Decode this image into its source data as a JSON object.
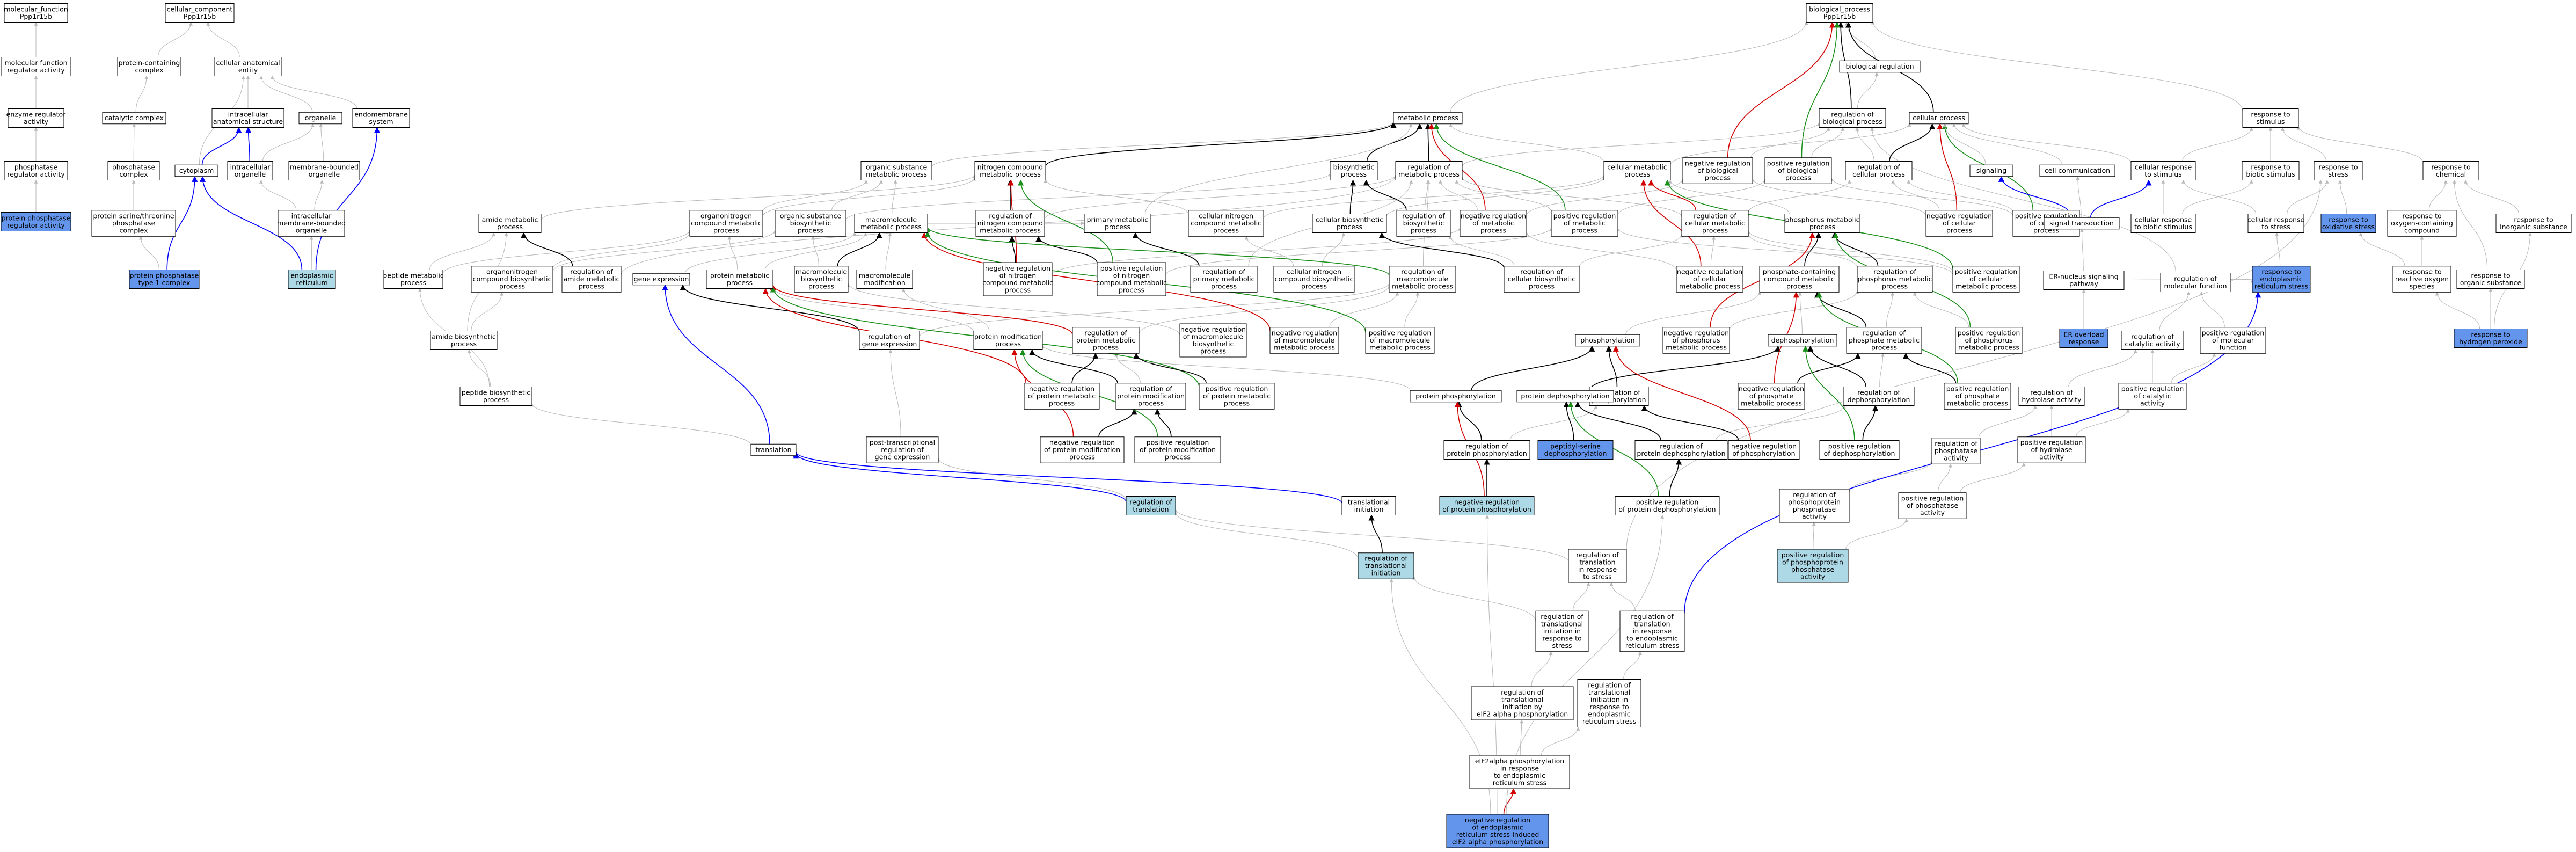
{
  "colors": {
    "edge_default": "#b9b9b9",
    "edge_is_a": "#000000",
    "edge_part_of": "#0000ff",
    "edge_neg": "#d20000",
    "edge_pos": "#1a8f1a",
    "fill_default": "#ffffff",
    "fill_light": "#add8e6",
    "fill_medium": "#6495ed"
  },
  "nodes": [
    {
      "id": "mf",
      "label": "molecular_function\nPpp1r15b",
      "fill": "default"
    },
    {
      "id": "mfra",
      "label": "molecular function\nregulator activity",
      "fill": "default"
    },
    {
      "id": "era",
      "label": "enzyme regulator\nactivity",
      "fill": "default"
    },
    {
      "id": "ppra",
      "label": "phosphatase\nregulator activity",
      "fill": "default"
    },
    {
      "id": "prppra",
      "label": "protein phosphatase\nregulator activity",
      "fill": "medium"
    },
    {
      "id": "cc",
      "label": "cellular_component\nPpp1r15b",
      "fill": "default"
    },
    {
      "id": "pcc",
      "label": "protein-containing\ncomplex",
      "fill": "default"
    },
    {
      "id": "catc",
      "label": "catalytic complex",
      "fill": "default"
    },
    {
      "id": "phc",
      "label": "phosphatase\ncomplex",
      "fill": "default"
    },
    {
      "id": "pstpc",
      "label": "protein serine/threonine\nphosphatase\ncomplex",
      "fill": "default"
    },
    {
      "id": "pp1c",
      "label": "protein phosphatase\ntype 1 complex",
      "fill": "medium"
    },
    {
      "id": "cae",
      "label": "cellular anatomical\nentity",
      "fill": "default"
    },
    {
      "id": "ias",
      "label": "intracellular\nanatomical structure",
      "fill": "default"
    },
    {
      "id": "cyto",
      "label": "cytoplasm",
      "fill": "default"
    },
    {
      "id": "icorg",
      "label": "intracellular\norganelle",
      "fill": "default"
    },
    {
      "id": "org",
      "label": "organelle",
      "fill": "default"
    },
    {
      "id": "mbo",
      "label": "membrane-bounded\norganelle",
      "fill": "default"
    },
    {
      "id": "imbo",
      "label": "intracellular\nmembrane-bounded\norganelle",
      "fill": "default"
    },
    {
      "id": "ems",
      "label": "endomembrane\nsystem",
      "fill": "default"
    },
    {
      "id": "er",
      "label": "endoplasmic\nreticulum",
      "fill": "light"
    },
    {
      "id": "bp",
      "label": "biological_process\nPpp1r15b",
      "fill": "default"
    },
    {
      "id": "breg",
      "label": "biological regulation",
      "fill": "default"
    },
    {
      "id": "rbp",
      "label": "regulation of\nbiological process",
      "fill": "default"
    },
    {
      "id": "nrbp",
      "label": "negative regulation\nof biological\nprocess",
      "fill": "default"
    },
    {
      "id": "prbp",
      "label": "positive regulation\nof biological\nprocess",
      "fill": "default"
    },
    {
      "id": "cp",
      "label": "cellular process",
      "fill": "default"
    },
    {
      "id": "rcp",
      "label": "regulation of\ncellular process",
      "fill": "default"
    },
    {
      "id": "nrcp",
      "label": "negative regulation\nof cellular\nprocess",
      "fill": "default"
    },
    {
      "id": "prcp",
      "label": "positive regulation\nof cellular\nprocess",
      "fill": "default"
    },
    {
      "id": "sig",
      "label": "signaling",
      "fill": "default"
    },
    {
      "id": "ccom",
      "label": "cell communication",
      "fill": "default"
    },
    {
      "id": "rts",
      "label": "response to\nstimulus",
      "fill": "default"
    },
    {
      "id": "crts",
      "label": "cellular response\nto stimulus",
      "fill": "default"
    },
    {
      "id": "rtbs",
      "label": "response to\nbiotic stimulus",
      "fill": "default"
    },
    {
      "id": "rtstress",
      "label": "response to\nstress",
      "fill": "default"
    },
    {
      "id": "rtchem",
      "label": "response to\nchemical",
      "fill": "default"
    },
    {
      "id": "rtos",
      "label": "response to\noxidative stress",
      "fill": "medium"
    },
    {
      "id": "rtocc",
      "label": "response to\noxygen-containing\ncompound",
      "fill": "default"
    },
    {
      "id": "rtic",
      "label": "response to\ninorganic substance",
      "fill": "default"
    },
    {
      "id": "crtbs",
      "label": "cellular response\nto biotic stimulus",
      "fill": "default"
    },
    {
      "id": "crtstress",
      "label": "cellular response\nto stress",
      "fill": "default"
    },
    {
      "id": "rtros",
      "label": "response to\nreactive oxygen\nspecies",
      "fill": "default"
    },
    {
      "id": "rtos2",
      "label": "response to\norganic substance",
      "fill": "default"
    },
    {
      "id": "rtercs",
      "label": "response to\nendoplasmic\nreticulum stress",
      "fill": "medium"
    },
    {
      "id": "rthp",
      "label": "response to\nhydrogen peroxide",
      "fill": "medium"
    },
    {
      "id": "st",
      "label": "signal transduction",
      "fill": "default"
    },
    {
      "id": "ernuc",
      "label": "ER-nucleus signaling\npathway",
      "fill": "default"
    },
    {
      "id": "ero",
      "label": "ER overload\nresponse",
      "fill": "medium"
    },
    {
      "id": "rmf",
      "label": "regulation of\nmolecular function",
      "fill": "default"
    },
    {
      "id": "rca",
      "label": "regulation of\ncatalytic activity",
      "fill": "default"
    },
    {
      "id": "prmf",
      "label": "positive regulation\nof molecular\nfunction",
      "fill": "default"
    },
    {
      "id": "rha",
      "label": "regulation of\nhydrolase activity",
      "fill": "default"
    },
    {
      "id": "prca",
      "label": "positive regulation\nof catalytic\nactivity",
      "fill": "default"
    },
    {
      "id": "prha",
      "label": "positive regulation\nof hydrolase\nactivity",
      "fill": "default"
    },
    {
      "id": "rpa",
      "label": "regulation of\nphosphatase\nactivity",
      "fill": "default"
    },
    {
      "id": "rppa",
      "label": "regulation of\nphosphoprotein\nphosphatase\nactivity",
      "fill": "default"
    },
    {
      "id": "prpa",
      "label": "positive regulation\nof phosphatase\nactivity",
      "fill": "default"
    },
    {
      "id": "prppa",
      "label": "positive regulation\nof phosphoprotein\nphosphatase\nactivity",
      "fill": "light"
    },
    {
      "id": "mp",
      "label": "metabolic process",
      "fill": "default"
    },
    {
      "id": "osmp",
      "label": "organic substance\nmetabolic process",
      "fill": "default"
    },
    {
      "id": "ncmp",
      "label": "nitrogen compound\nmetabolic process",
      "fill": "default"
    },
    {
      "id": "biop",
      "label": "biosynthetic\nprocess",
      "fill": "default"
    },
    {
      "id": "rmp",
      "label": "regulation of\nmetabolic process",
      "fill": "default"
    },
    {
      "id": "cmp",
      "label": "cellular metabolic\nprocess",
      "fill": "default"
    },
    {
      "id": "amp",
      "label": "amide metabolic\nprocess",
      "fill": "default"
    },
    {
      "id": "oncmp",
      "label": "organonitrogen\ncompound metabolic\nprocess",
      "fill": "default"
    },
    {
      "id": "osbp",
      "label": "organic substance\nbiosynthetic\nprocess",
      "fill": "default"
    },
    {
      "id": "mmp",
      "label": "macromolecule\nmetabolic process",
      "fill": "default"
    },
    {
      "id": "rncmp",
      "label": "regulation of\nnitrogen compound\nmetabolic process",
      "fill": "default"
    },
    {
      "id": "pmp",
      "label": "primary metabolic\nprocess",
      "fill": "default"
    },
    {
      "id": "cncmp",
      "label": "cellular nitrogen\ncompound metabolic\nprocess",
      "fill": "default"
    },
    {
      "id": "cbp",
      "label": "cellular biosynthetic\nprocess",
      "fill": "default"
    },
    {
      "id": "rbiop",
      "label": "regulation of\nbiosynthetic\nprocess",
      "fill": "default"
    },
    {
      "id": "nrmp",
      "label": "negative regulation\nof metabolic\nprocess",
      "fill": "default"
    },
    {
      "id": "prmp",
      "label": "positive regulation\nof metabolic\nprocess",
      "fill": "default"
    },
    {
      "id": "rcmp",
      "label": "regulation of\ncellular metabolic\nprocess",
      "fill": "default"
    },
    {
      "id": "phmp",
      "label": "phosphorus metabolic\nprocess",
      "fill": "default"
    },
    {
      "id": "pepmp",
      "label": "peptide metabolic\nprocess",
      "fill": "default"
    },
    {
      "id": "oncbp",
      "label": "organonitrogen\ncompound biosynthetic\nprocess",
      "fill": "default"
    },
    {
      "id": "ramp",
      "label": "regulation of\namide metabolic\nprocess",
      "fill": "default"
    },
    {
      "id": "ge",
      "label": "gene expression",
      "fill": "default"
    },
    {
      "id": "protmp",
      "label": "protein metabolic\nprocess",
      "fill": "default"
    },
    {
      "id": "mbiop",
      "label": "macromolecule\nbiosynthetic\nprocess",
      "fill": "default"
    },
    {
      "id": "mmod",
      "label": "macromolecule\nmodification",
      "fill": "default"
    },
    {
      "id": "nrncmp",
      "label": "negative regulation\nof nitrogen\ncompound metabolic\nprocess",
      "fill": "default"
    },
    {
      "id": "prncmp",
      "label": "positive regulation\nof nitrogen\ncompound metabolic\nprocess",
      "fill": "default"
    },
    {
      "id": "rpmp",
      "label": "regulation of\nprimary metabolic\nprocess",
      "fill": "default"
    },
    {
      "id": "ccbp",
      "label": "cellular nitrogen\ncompound biosynthetic\nprocess",
      "fill": "default"
    },
    {
      "id": "rmmp",
      "label": "regulation of\nmacromolecule\nmetabolic process",
      "fill": "default"
    },
    {
      "id": "rcbp",
      "label": "regulation of\ncellular biosynthetic\nprocess",
      "fill": "default"
    },
    {
      "id": "nrcmp",
      "label": "negative regulation\nof cellular\nmetabolic process",
      "fill": "default"
    },
    {
      "id": "pcmp",
      "label": "phosphate-containing\ncompound metabolic\nprocess",
      "fill": "default"
    },
    {
      "id": "rphmp",
      "label": "regulation of\nphosphorus metabolic\nprocess",
      "fill": "default"
    },
    {
      "id": "prcmp",
      "label": "positive regulation\nof cellular\nmetabolic process",
      "fill": "default"
    },
    {
      "id": "abp",
      "label": "amide biosynthetic\nprocess",
      "fill": "default"
    },
    {
      "id": "rge",
      "label": "regulation of\ngene expression",
      "fill": "default"
    },
    {
      "id": "prmod",
      "label": "protein modification\nprocess",
      "fill": "default"
    },
    {
      "id": "rprmp",
      "label": "regulation of\nprotein metabolic\nprocess",
      "fill": "default"
    },
    {
      "id": "nrmbp",
      "label": "negative regulation\nof macromolecule\nbiosynthetic\nprocess",
      "fill": "default"
    },
    {
      "id": "nrmmp",
      "label": "negative regulation\nof macromolecule\nmetabolic process",
      "fill": "default"
    },
    {
      "id": "prmmp",
      "label": "positive regulation\nof macromolecule\nmetabolic process",
      "fill": "default"
    },
    {
      "id": "phos",
      "label": "phosphorylation",
      "fill": "default"
    },
    {
      "id": "nrphmp",
      "label": "negative regulation\nof phosphorus\nmetabolic process",
      "fill": "default"
    },
    {
      "id": "dephos",
      "label": "dephosphorylation",
      "fill": "default"
    },
    {
      "id": "rphpmp",
      "label": "regulation of\nphosphate metabolic\nprocess",
      "fill": "default"
    },
    {
      "id": "prphmp",
      "label": "positive regulation\nof phosphorus\nmetabolic process",
      "fill": "default"
    },
    {
      "id": "pepbp",
      "label": "peptide biosynthetic\nprocess",
      "fill": "default"
    },
    {
      "id": "nrprmp",
      "label": "negative regulation\nof protein metabolic\nprocess",
      "fill": "default"
    },
    {
      "id": "rpmod",
      "label": "regulation of\nprotein modification\nprocess",
      "fill": "default"
    },
    {
      "id": "prprmp",
      "label": "positive regulation\nof protein metabolic\nprocess",
      "fill": "default"
    },
    {
      "id": "protphos",
      "label": "protein phosphorylation",
      "fill": "default"
    },
    {
      "id": "rphos",
      "label": "regulation of\nphosphorylation",
      "fill": "default"
    },
    {
      "id": "protdephos",
      "label": "protein dephosphorylation",
      "fill": "default"
    },
    {
      "id": "rdephos",
      "label": "regulation of\ndephosphorylation",
      "fill": "default"
    },
    {
      "id": "prphpmp",
      "label": "positive regulation\nof phosphate\nmetabolic process",
      "fill": "default"
    },
    {
      "id": "nrphpmp",
      "label": "negative regulation\nof phosphate\nmetabolic process",
      "fill": "default"
    },
    {
      "id": "transl",
      "label": "translation",
      "fill": "default"
    },
    {
      "id": "ptrge",
      "label": "post-transcriptional\nregulation of\ngene expression",
      "fill": "default"
    },
    {
      "id": "nrpmod",
      "label": "negative regulation\nof protein modification\nprocess",
      "fill": "default"
    },
    {
      "id": "prpmod",
      "label": "positive regulation\nof protein modification\nprocess",
      "fill": "default"
    },
    {
      "id": "rpphos",
      "label": "regulation of\nprotein phosphorylation",
      "fill": "default"
    },
    {
      "id": "psdephos",
      "label": "peptidyl-serine\ndephosphorylation",
      "fill": "medium"
    },
    {
      "id": "rpdephos",
      "label": "regulation of\nprotein dephosphorylation",
      "fill": "default"
    },
    {
      "id": "nrphos",
      "label": "negative regulation\nof phosphorylation",
      "fill": "default"
    },
    {
      "id": "prdephos",
      "label": "positive regulation\nof dephosphorylation",
      "fill": "default"
    },
    {
      "id": "rtransl",
      "label": "regulation of\ntranslation",
      "fill": "light"
    },
    {
      "id": "tinit",
      "label": "translational\ninitiation",
      "fill": "default"
    },
    {
      "id": "nrpphos",
      "label": "negative regulation\nof protein phosphorylation",
      "fill": "light"
    },
    {
      "id": "prpdephos",
      "label": "positive regulation\nof protein dephosphorylation",
      "fill": "default"
    },
    {
      "id": "rtinit",
      "label": "regulation of\ntranslational\ninitiation",
      "fill": "light"
    },
    {
      "id": "rtrs",
      "label": "regulation of\ntranslation\nin response\nto stress",
      "fill": "default"
    },
    {
      "id": "rtips",
      "label": "regulation of\ntranslational\ninitiation in\nresponse to\nstress",
      "fill": "default"
    },
    {
      "id": "rtirers",
      "label": "regulation of\ntranslation\nin response\nto endoplasmic\nreticulum stress",
      "fill": "default"
    },
    {
      "id": "rtieif",
      "label": "regulation of\ntranslational\ninitiation by\neIF2 alpha phosphorylation",
      "fill": "default"
    },
    {
      "id": "rtiers",
      "label": "regulation of\ntranslational\ninitiation in\nresponse to\nendoplasmic\nreticulum stress",
      "fill": "default"
    },
    {
      "id": "eif2",
      "label": "eIF2alpha phosphorylation\nin response\nto endoplasmic\nreticulum stress",
      "fill": "default"
    },
    {
      "id": "nrers",
      "label": "negative regulation\nof endoplasmic\nreticulum stress-induced\neIF2 alpha phosphorylation",
      "fill": "medium"
    }
  ]
}
